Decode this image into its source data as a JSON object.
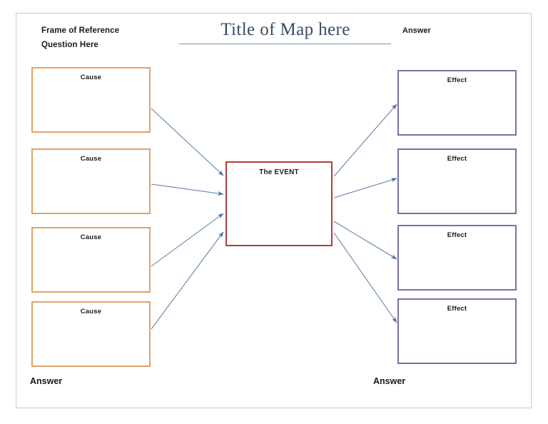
{
  "page": {
    "frame_border_color": "#c9c9c9",
    "background_color": "#ffffff"
  },
  "header": {
    "frame_of_reference_line1": "Frame of Reference",
    "frame_of_reference_line2": "Question Here",
    "title": "Title of Map here",
    "title_color": "#3b4a66",
    "title_rule_color": "#7d94b0",
    "answer_top_right": "Answer"
  },
  "footer": {
    "answer_left": "Answer",
    "answer_right": "Answer"
  },
  "diagram": {
    "type": "cause-and-effect-map",
    "cause_border_color": "#e0a368",
    "effect_border_color": "#7d6fa3",
    "event_border_color": "#b13d3d",
    "connector_color": "#5f7fa8",
    "causes": [
      {
        "label": "Cause"
      },
      {
        "label": "Cause"
      },
      {
        "label": "Cause"
      },
      {
        "label": "Cause"
      }
    ],
    "event": {
      "label": "The EVENT"
    },
    "effects": [
      {
        "label": "Effect"
      },
      {
        "label": "Effect"
      },
      {
        "label": "Effect"
      },
      {
        "label": "Effect"
      }
    ]
  }
}
